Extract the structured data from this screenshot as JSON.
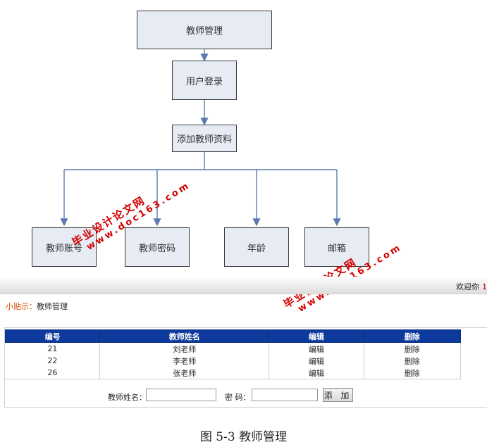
{
  "flowchart": {
    "root": "教师管理",
    "login": "用户登录",
    "add": "添加教师资料",
    "fields": [
      "教师账号",
      "教师密码",
      "年龄",
      "邮箱"
    ]
  },
  "watermark": {
    "text": "毕业设计论文网",
    "url": "www.doc163.com"
  },
  "header": {
    "welcome": "欢迎你",
    "user_number": "1"
  },
  "tip": {
    "label": "小贴示：",
    "value": "教师管理"
  },
  "table": {
    "columns": [
      "编号",
      "教师姓名",
      "编辑",
      "删除"
    ],
    "rows": [
      [
        "21",
        "刘老师",
        "编辑",
        "删除"
      ],
      [
        "22",
        "李老师",
        "编辑",
        "删除"
      ],
      [
        "26",
        "张老师",
        "编辑",
        "删除"
      ]
    ]
  },
  "form": {
    "name_label": "教师姓名：",
    "password_label": "密 码：",
    "name_value": "",
    "password_value": "",
    "submit_label": "添 加"
  },
  "caption": "图 5-3  教师管理",
  "colors": {
    "node_fill": "#e6ebf4",
    "arrow": "#5a7bb0",
    "header_bg": "#0d3a9c",
    "watermark": "#d40000"
  }
}
